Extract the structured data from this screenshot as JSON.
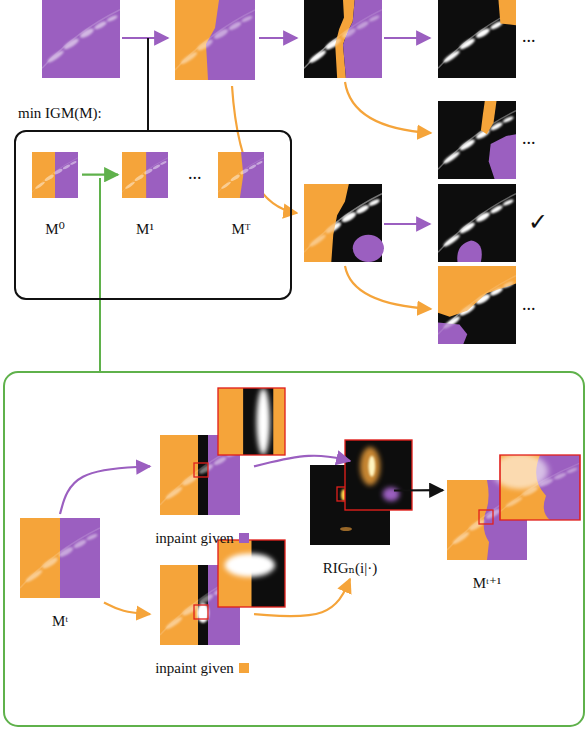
{
  "diagram": {
    "nodes": [
      {
        "text": [
          "min IGM(M):"
        ]
      },
      {
        "text": [
          "M⁰"
        ],
        "in": 0
      },
      {
        "text": [
          "M¹"
        ],
        "in": 0
      },
      {
        "text": [
          "Mᵀ"
        ],
        "in": 0
      },
      {
        "text": [
          "Mᵗ"
        ]
      },
      {
        "text": [
          "inpaint given"
        ]
      },
      {
        "text": [
          "inpaint given"
        ]
      },
      {
        "text": [
          "RIGₙ(i|·)"
        ]
      },
      {
        "text": [
          "Mᵗ⁺¹"
        ]
      }
    ],
    "edges": [
      {
        "from": 1,
        "to": 2,
        "arrow": "to"
      },
      {
        "from": 4,
        "to": 5,
        "arrow": "to"
      },
      {
        "from": 4,
        "to": 6,
        "arrow": "to"
      },
      {
        "from": 5,
        "to": 7,
        "arrow": "to"
      },
      {
        "from": 6,
        "to": 7,
        "arrow": "to"
      },
      {
        "from": 7,
        "to": 8,
        "arrow": "to"
      }
    ],
    "labels": [
      "...",
      "...",
      "...",
      "✓",
      "..."
    ]
  }
}
